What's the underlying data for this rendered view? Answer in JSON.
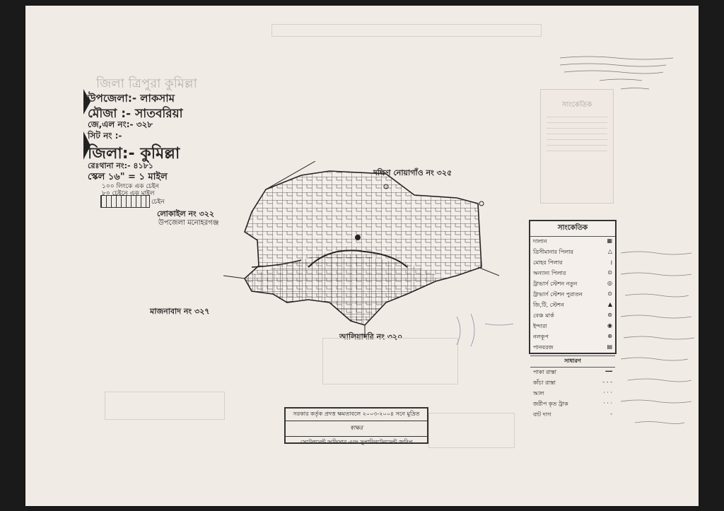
{
  "header": {
    "upazila": "উপজেলা:- লাকসাম",
    "mouza": "মৌজা :- সাতবরিয়া",
    "jl_no": "জে,এল নং:- ৩২৮",
    "sheet_no": "সিট নং :-",
    "district": "জিলা:- কুমিল্লা",
    "thana_no": "রেঃথানা নং:- ৪১৮১",
    "scale": "স্কেল ১৬\" = ১ মাইল",
    "scale_note_1": "১০০ লিংকে এক চেইন",
    "scale_note_2": "৮০ চেইনে এক মাইল",
    "chain": "চেইন",
    "faint_title": "জিলা ত্রিপুরা কুমিল্লা"
  },
  "labels": {
    "north_mouza": "দক্ষিণ নোয়াগাঁও নং ৩২৫",
    "west_mouza": "লোকাইল নং ৩২২",
    "west_upazila": "উপজেলা মনোহরগঞ্জ",
    "southwest_mouza": "মাজনাবাদ নং ৩২৭",
    "south_mouza": "আলিয়াদরি নং ৩২০"
  },
  "legend": {
    "title": "সাংকেতিক",
    "items": [
      {
        "label": "দালান",
        "sym": "▦"
      },
      {
        "label": "ত্রিসীমানার পিলার",
        "sym": "△"
      },
      {
        "label": "মোহর পিলার",
        "sym": "ꞁ"
      },
      {
        "label": "অন্যান্য পিলার",
        "sym": "⊙"
      },
      {
        "label": "ট্রাভার্স স্টেশন নতুন",
        "sym": "◎"
      },
      {
        "label": "ট্রাভার্স স্টেশন পুরাতন",
        "sym": "⊙"
      },
      {
        "label": "জি,টি, স্টেশন",
        "sym": "▲"
      },
      {
        "label": "বেঞ্চ মার্ক",
        "sym": "⊚"
      },
      {
        "label": "ইন্দারা",
        "sym": "◉"
      },
      {
        "label": "নলকূপ",
        "sym": "⊕"
      },
      {
        "label": "পানবরজ",
        "sym": "▤"
      }
    ],
    "subtitle": "সাধারণ",
    "lines": [
      "পাকা রাস্তা",
      "কাঁচা রাস্তা",
      "আল",
      "জরীপ কৃত ট্রাক",
      "বাট দাগ"
    ]
  },
  "ghost_legend_title": "সাংকেতিক",
  "stamp": {
    "line1": "সরকার কর্তৃক প্রদত্ত ক্ষমতাবলে ২০০৩-২০০৪ সনে মুদ্রিত",
    "line2": "স্বাক্ষর",
    "line3": "সেটেলমেন্ট অফিসার এবং সুপারিনটেনডেন্ট জরিপ"
  },
  "map_colors": {
    "ink": "#2a2626",
    "paper": "#f1ebe6",
    "faint": "#b8b0ab"
  }
}
